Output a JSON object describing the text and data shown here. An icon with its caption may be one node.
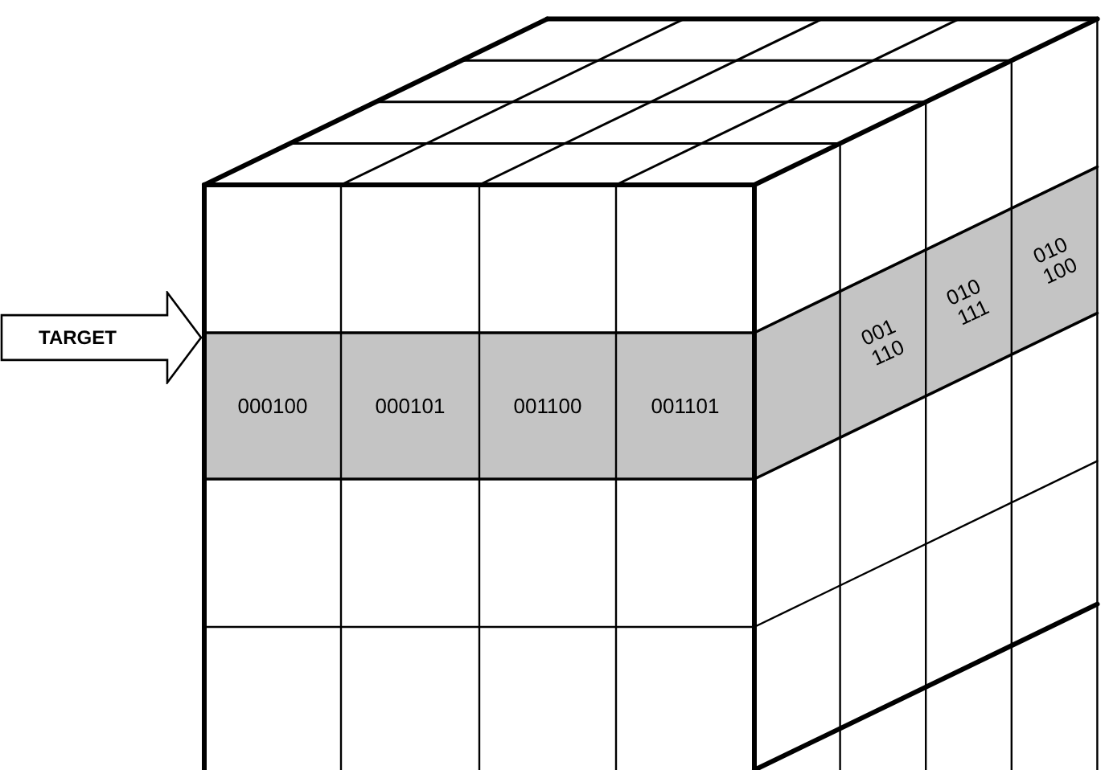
{
  "diagram": {
    "nodes": [
      {
        "text": [
          "TARGET"
        ]
      }
    ],
    "labels": [
      "000100",
      "000101",
      "001100",
      "001101",
      "001 110",
      "010 111",
      "010 100"
    ]
  }
}
